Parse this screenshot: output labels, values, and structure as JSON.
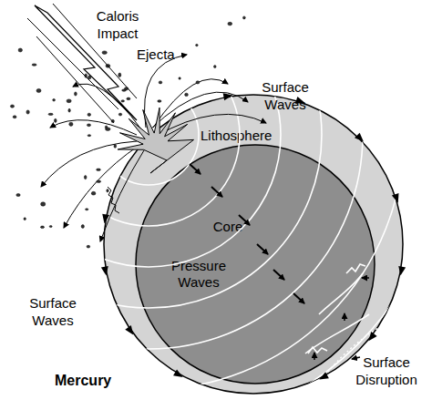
{
  "diagram": {
    "nodes": [
      {
        "text": [
          "Lithosphere"
        ]
      },
      {
        "text": [
          "Core",
          "Pressure Waves"
        ],
        "in": 0
      }
    ],
    "labels": [
      "Caloris Impact",
      "Ejecta",
      "Surface Waves",
      "Surface Waves",
      "Surface Disruption",
      "Mercury"
    ]
  }
}
